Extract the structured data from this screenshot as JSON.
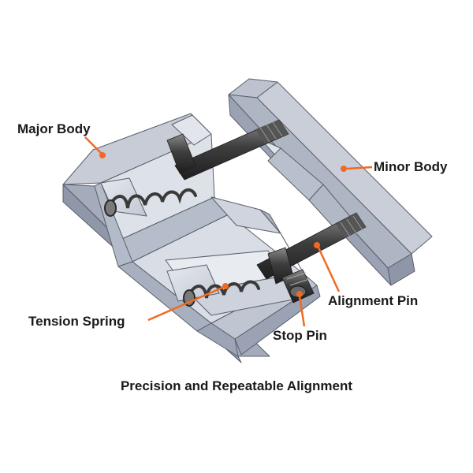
{
  "labels": {
    "major_body": "Major Body",
    "minor_body": "Minor Body",
    "alignment_pin": "Alignment Pin",
    "tension_spring": "Tension Spring",
    "stop_pin": "Stop Pin"
  },
  "caption": "Precision and Repeatable Alignment",
  "colors": {
    "leader": "#f26a21",
    "body_top": "#cdd2dd",
    "body_face": "#b4bbc9",
    "body_side": "#9aa2b3",
    "edge": "#5a5f6a",
    "pin": "#4a4a4a",
    "label_text": "#1a1a1a"
  }
}
